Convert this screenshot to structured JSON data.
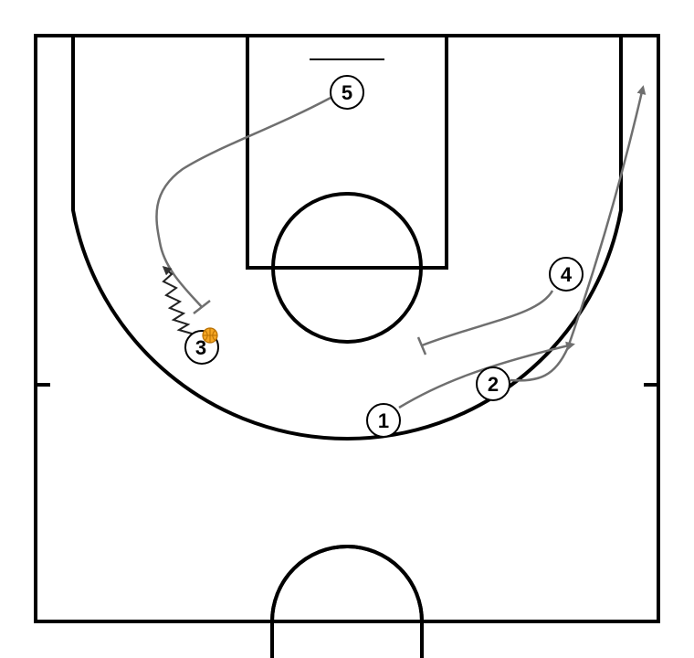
{
  "players": [
    {
      "number": "1",
      "has_ball": false
    },
    {
      "number": "2",
      "has_ball": false
    },
    {
      "number": "3",
      "has_ball": true
    },
    {
      "number": "4",
      "has_ball": false
    },
    {
      "number": "5",
      "has_ball": false
    }
  ],
  "colors": {
    "court_lines": "#000000",
    "movement_path": "#6f6f6f",
    "dribble_path": "#222222",
    "ball": "#f5a623"
  },
  "icons": {
    "ball": "basketball-icon"
  }
}
